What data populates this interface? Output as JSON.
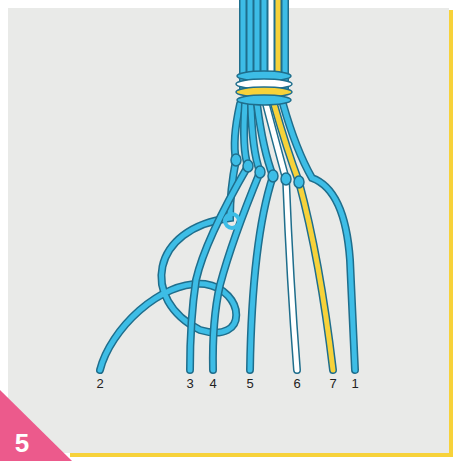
{
  "diagram": {
    "labels": [
      "2",
      "3",
      "4",
      "5",
      "6",
      "7",
      "1",
      "5"
    ]
  }
}
